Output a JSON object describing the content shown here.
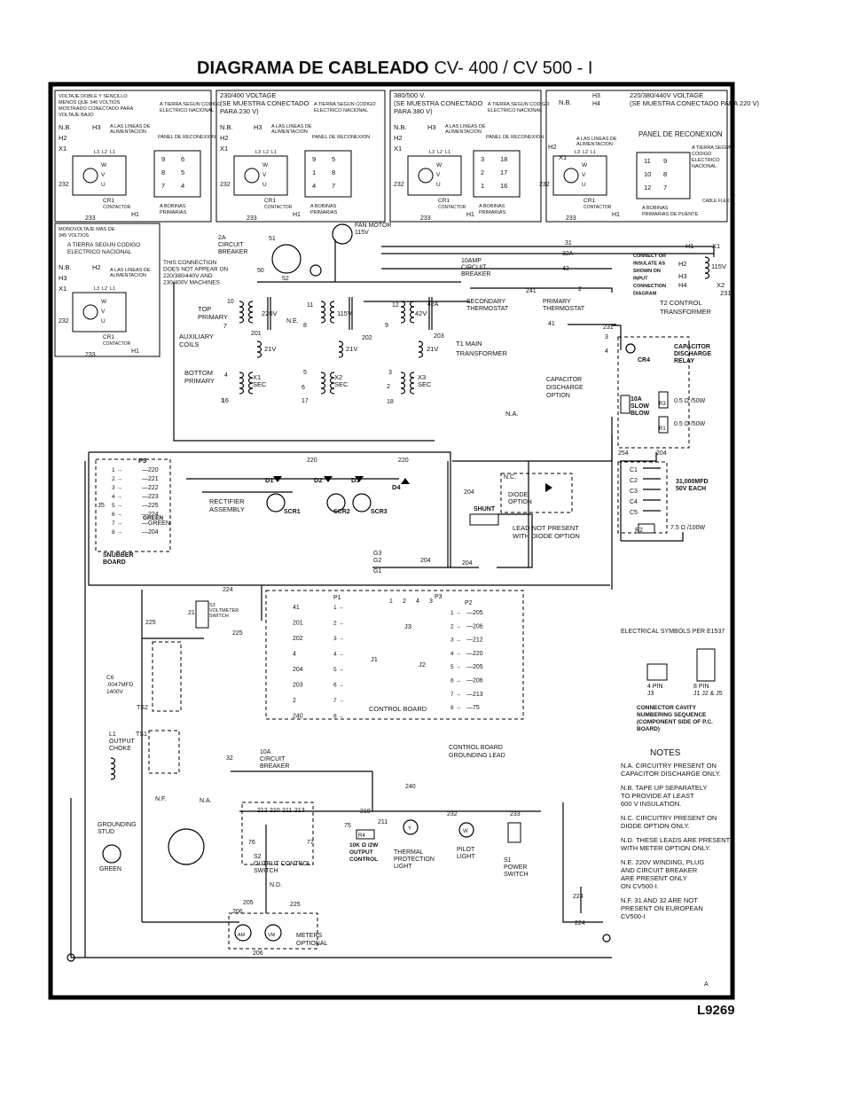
{
  "title": {
    "bold": "DIAGRAMA DE CABLEADO",
    "model": "CV- 400 /  CV 500 - I"
  },
  "doc_number": "L9269",
  "revision": "A",
  "panels": [
    {
      "id": "p1",
      "heading": [
        "VOLTAJE DOBLE Y SENCILLO",
        "MENOS QUE 346 VOLTIOS",
        "MOSTRADO CONECTADO PARA",
        "VOLTAJE BAJO"
      ],
      "ground": [
        "A TIERRA SEGUN CODIGO",
        "ELECTRICO NACIONAL"
      ],
      "h_labels": [
        "N.B.",
        "H3",
        "H2",
        "X1"
      ],
      "feed": [
        "A LAS LINEAS DE",
        "ALIMENTACION"
      ],
      "reconex": "PANEL DE RECONEXION",
      "terms": [
        "9",
        "6",
        "8",
        "5",
        "7",
        "4"
      ],
      "coil": [
        "A BOBINAS",
        "PRIMARIAS"
      ],
      "wires": [
        "232",
        "233",
        "H1"
      ]
    },
    {
      "id": "p2",
      "heading": [
        "230/400 VOLTAGE",
        "(SE MUESTRA CONECTADO",
        "PARA 230 V)"
      ],
      "ground": [
        "A TIERRA SEGUN CODIGO",
        "ELECTRICO NACIONAL"
      ],
      "h_labels": [
        "N.B.",
        "H3",
        "H2",
        "X1"
      ],
      "feed": [
        "A LAS LINEAS DE",
        "ALIMENTACION"
      ],
      "reconex": "PANEL DE RECONEXION",
      "terms": [
        "9",
        "5",
        "1",
        "8",
        "4",
        "7"
      ],
      "coil": [
        "A BOBINAS",
        "PRIMARIAS"
      ],
      "wires": [
        "232",
        "233",
        "H1"
      ]
    },
    {
      "id": "p3",
      "heading": [
        "380/500 V.",
        "(SE MUESTRA CONECTADO",
        "PARA 380 V)"
      ],
      "ground": [
        "A TIERRA SEGUN CODIGO",
        "ELECTRICO NACIONAL"
      ],
      "h_labels": [
        "N.B.",
        "H3",
        "H2",
        "X1"
      ],
      "feed": [
        "A LAS LINEAS DE",
        "ALIMENTACION"
      ],
      "reconex": "PANEL DE RECONEXION",
      "terms": [
        "3",
        "18",
        "2",
        "17",
        "1",
        "16"
      ],
      "coil": [
        "A BOBINAS",
        "PRIMARIAS"
      ],
      "wires": [
        "232",
        "233",
        "H1"
      ]
    },
    {
      "id": "p4",
      "heading": [
        "220/380/440V VOLTAGE",
        "(SE MUESTRA CONECTADO PARA 220 V)"
      ],
      "ground": [
        "A TIERRA SEGUN",
        "CODIGO",
        "ELECTRICO",
        "NACIONAL"
      ],
      "h_labels": [
        "N.B.",
        "H3",
        "H4",
        "H2",
        "X1"
      ],
      "feed": [
        "A LAS LINEAS DE",
        "ALIMENTACION"
      ],
      "reconex": "PANEL DE RECONEXION",
      "terms": [
        "11",
        "9",
        "10",
        "8",
        "12",
        "7"
      ],
      "coil": [
        "A BOBINAS",
        "PRIMARIAS DE PUENTE"
      ],
      "extra": "CABLE FLEX",
      "wires": [
        "232",
        "233",
        "H1"
      ]
    },
    {
      "id": "p5",
      "heading": [
        "MONOVOLTAJE  MAS DE",
        "345 VOLTIOS"
      ],
      "ground": [
        "A TIERRA SEGUN CODIGO",
        "ELECTRICO NACIONAL"
      ],
      "h_labels": [
        "N.B.",
        "H2",
        "H3",
        "X1"
      ],
      "feed": [
        "A LAS LINEAS DE",
        "ALIMENTACION"
      ],
      "wires": [
        "232",
        "233",
        "H1"
      ]
    }
  ],
  "common": {
    "contactor": "CONTACTOR",
    "cr1": "CR1",
    "phases": [
      "L3",
      "L2",
      "L1"
    ],
    "wvu": [
      "W",
      "V",
      "U"
    ]
  },
  "labels": {
    "fan_motor": [
      "FAN MOTOR",
      "115V"
    ],
    "breaker_2a": [
      "2A",
      "CIRCUIT",
      "BREAKER"
    ],
    "this_connection": [
      "THIS CONNECTION",
      "DOES NOT APPEAR ON",
      "220/380/440V AND",
      "230/400V MACHINES"
    ],
    "breaker_10a_top": [
      "10AMP",
      "CIRCUIT",
      "BREAKER"
    ],
    "sec_thermo": [
      "SECONDARY",
      "THERMOSTAT"
    ],
    "pri_thermo": [
      "PRIMARY",
      "THERMOSTAT"
    ],
    "connect_or": [
      "CONNECT OR",
      "INSULATE AS",
      "SHOWN ON",
      "INPUT",
      "CONNECTION",
      "DIAGRAM"
    ],
    "t2": [
      "T2 CONTROL",
      "TRANSFORMER"
    ],
    "t2_h": [
      "H1",
      "X1",
      "H2",
      "H3",
      "H4",
      "115V",
      "X2",
      "231"
    ],
    "top_primary": [
      "TOP",
      "PRIMARY"
    ],
    "bottom_primary": [
      "BOTTOM",
      "PRIMARY"
    ],
    "aux_coils": [
      "AUXILIARY",
      "COILS"
    ],
    "t1": [
      "T1 MAIN",
      "TRANSFORMER"
    ],
    "v220": "220V",
    "v115": "115V",
    "v42": "42V",
    "v21": "21V",
    "ne": "N.E.",
    "x_sec": [
      "X1",
      "X2",
      "X3",
      "SEC"
    ],
    "cap_relay": [
      "CAPACITOR",
      "DISCHARGE",
      "RELAY"
    ],
    "cap_option": [
      "CAPACITOR",
      "DISCHARGE",
      "OPTION"
    ],
    "na": "N.A.",
    "nc": "N.C.",
    "slow_blow": [
      "10A",
      "SLOW",
      "BLOW"
    ],
    "ohm50": "0.5  Ω /50W",
    "caps": [
      "31,000MFD",
      "50V EACH"
    ],
    "ohm100": "7.5 Ω /100W",
    "p5": "P5",
    "j5": "J5",
    "snubber": [
      "SNUBBER",
      "BOARD"
    ],
    "green": "GREEN",
    "rectifier": [
      "RECTIFIER",
      "ASSEMBLY"
    ],
    "diodes": [
      "D1",
      "D2",
      "D3",
      "D4"
    ],
    "scrs": [
      "SCR1",
      "SCR2",
      "SCR3"
    ],
    "diode_option": [
      "DIODE",
      "OPTION"
    ],
    "shunt": "SHUNT",
    "lead_not": [
      "LEAD NOT PRESENT",
      "WITH DIODE OPTION"
    ],
    "s3": [
      "S3",
      "VOLTMETER",
      "SWITCH"
    ],
    "c6": [
      "C6",
      ".0047MFD",
      "1400V"
    ],
    "ts2": "TS2",
    "ts1": "TS1",
    "l1": [
      "L1",
      "OUTPUT",
      "CHOKE"
    ],
    "p1": "P1",
    "j1": "J1",
    "p2": "P2",
    "j2": "J2",
    "p3": "P3",
    "j3": "J3",
    "control_board": "CONTROL BOARD",
    "cb_ground": [
      "CONTROL BOARD",
      "GROUNDING LEAD"
    ],
    "elec_symbols": "ELECTRICAL SYMBOLS PER     E1537",
    "pin4": [
      "4 PIN",
      "J3"
    ],
    "pin8": [
      "8 PIN",
      "J1 J2 & J5"
    ],
    "cavity": [
      "CONNECTOR CAVITY",
      "NUMBERING SEQUENCE",
      "(COMPONENT SIDE OF P.C.",
      "BOARD)"
    ],
    "breaker_10a_bottom": [
      "10A",
      "CIRCUIT",
      "BREAKER"
    ],
    "grounding_stud": [
      "GROUNDING",
      "STUD"
    ],
    "nf": "N.F.",
    "nd": "N.D.",
    "s2": [
      "S2",
      "OUTPUT CONTROL",
      "SWITCH"
    ],
    "output_control": [
      "10K  Ω /2W",
      "OUTPUT",
      "CONTROL"
    ],
    "thermal": [
      "THERMAL",
      "PROTECTION",
      "LIGHT"
    ],
    "pilot": [
      "PILOT",
      "LIGHT"
    ],
    "s1": [
      "S1",
      "POWER",
      "SWITCH"
    ],
    "meters": [
      "METERS",
      "OPTIONAL"
    ]
  },
  "notes_title": "NOTES",
  "notes": [
    [
      "N.A. CIRCUITRY PRESENT ON",
      "        CAPACITOR DISCHARGE  ONLY."
    ],
    [
      "N.B. TAPE UP SEPARATELY",
      "        TO PROVIDE AT LEAST",
      "        600 V INSULATION."
    ],
    [
      "N.C. CIRCUITRY PRESENT ON",
      "        DIODE OPTION ONLY."
    ],
    [
      "N.D. THESE LEADS ARE PRESENT",
      "        WITH METER OPTION ONLY."
    ],
    [
      "N.E. 220V WINDING, PLUG",
      "        AND CIRCUIT BREAKER",
      "        ARE PRESENT ONLY",
      "        ON CV500-I."
    ],
    [
      "N.F. 31 AND 32 ARE NOT",
      "        PRESENT ON EUROPEAN",
      "        CV500-I"
    ]
  ],
  "j5_pins": [
    "220",
    "221",
    "222",
    "223",
    "225",
    "224",
    "GREEN",
    "204"
  ],
  "j1_pins": [
    "41",
    "201",
    "202",
    "4",
    "204",
    "203",
    "2",
    "240"
  ],
  "j2_pins": [
    "205",
    "206",
    "212",
    "220",
    "205",
    "206",
    "213",
    "75"
  ],
  "wire_numbers": [
    "31",
    "32A",
    "42",
    "241",
    "2",
    "231",
    "3",
    "4",
    "41",
    "42A",
    "51",
    "50",
    "52",
    "10",
    "7",
    "8",
    "11",
    "12",
    "9",
    "201",
    "202",
    "203",
    "4",
    "1",
    "5",
    "6",
    "16",
    "17",
    "18",
    "3",
    "2",
    "254",
    "204",
    "220",
    "220",
    "204",
    "G3",
    "G2",
    "G1",
    "204",
    "204",
    "224",
    "225",
    "21",
    "225",
    "32",
    "240",
    "210",
    "211",
    "75",
    "232",
    "233",
    "224",
    "224",
    "212",
    "210",
    "211",
    "213",
    "76",
    "77",
    "205",
    "206",
    "225",
    "206"
  ]
}
